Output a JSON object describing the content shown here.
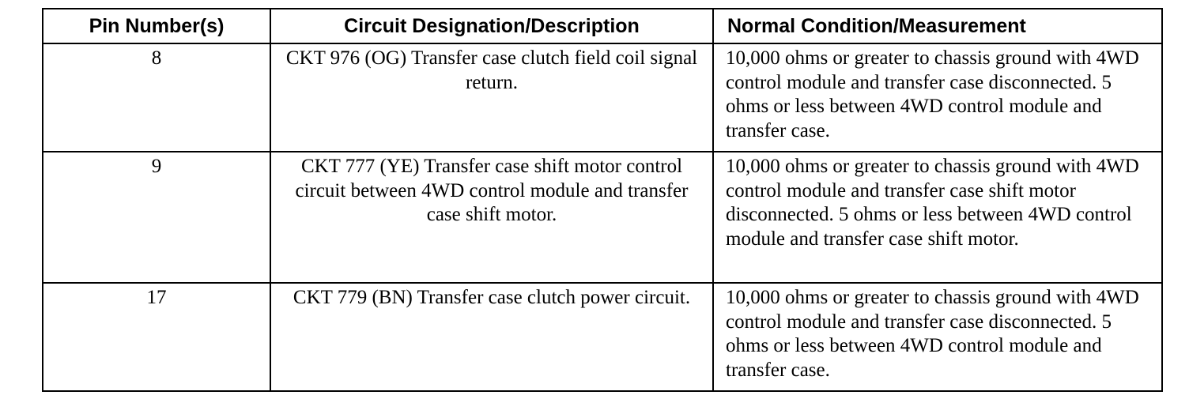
{
  "table": {
    "headers": [
      "Pin Number(s)",
      "Circuit Designation/Description",
      "Normal Condition/Measurement"
    ],
    "rows": [
      {
        "pin": "8",
        "circuit": "CKT 976 (OG) Transfer case clutch field coil signal return.",
        "normal": "10,000 ohms or greater to chassis ground with 4WD control module and transfer case disconnected. 5 ohms or less between 4WD control module and transfer case."
      },
      {
        "pin": "9",
        "circuit": "CKT 777 (YE) Transfer case shift motor control circuit between 4WD control module and transfer case shift motor.",
        "normal": "10,000 ohms or greater to chassis ground with 4WD control module and transfer case shift motor disconnected. 5 ohms or less between 4WD control module and transfer case shift motor."
      },
      {
        "pin": "17",
        "circuit": "CKT 779 (BN) Transfer case clutch power circuit.",
        "normal": "10,000 ohms or greater to chassis ground with 4WD control module and transfer case disconnected. 5 ohms or less between 4WD control module and transfer case."
      }
    ]
  }
}
